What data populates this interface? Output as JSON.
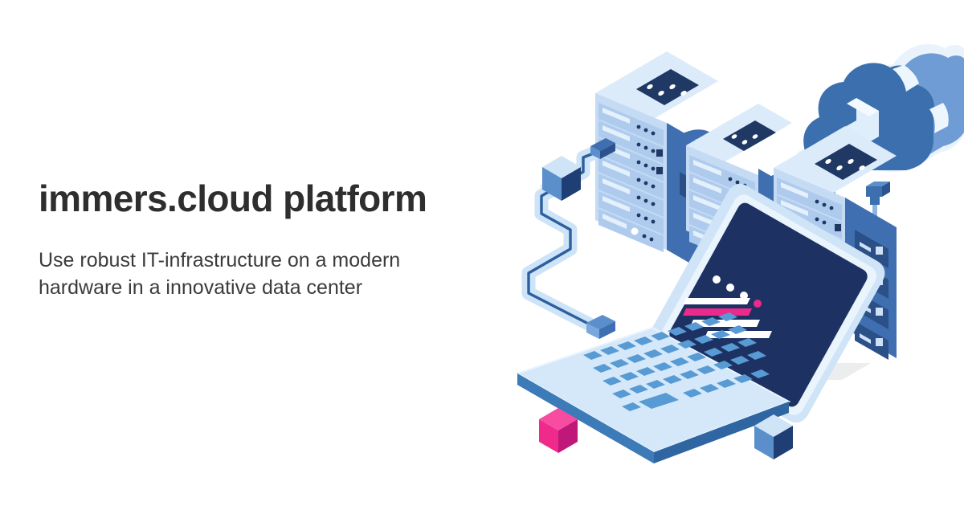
{
  "page": {
    "background_color": "#ffffff",
    "layout": "hero-split-text-left-illustration-right"
  },
  "copy": {
    "title": "immers.cloud platform",
    "subtitle": "Use robust IT-infrastructure on a modern hardware in a innovative data center",
    "title_color": "#2e2e2e",
    "subtitle_color": "#3b3b3b"
  },
  "illustration": {
    "name": "isometric-cloud-data-center",
    "description": "Isometric illustration of three server racks connected by cables to a laptop and an upload cloud, with floating cubes",
    "palette": {
      "cloud_front": "#3c6fae",
      "cloud_side": "#6b9ad3",
      "cloud_outline": "#eef6fd",
      "rack_top": "#dcebfa",
      "rack_top_panel": "#1f3864",
      "rack_face": "#aecbee",
      "rack_slot": "#c7dcf5",
      "rack_side": "#3f6fb0",
      "rack_side_slot": "#2b4f87",
      "laptop_screen": "#1d3263",
      "laptop_base": "#cfe4f7",
      "laptop_edge": "#3d7ab8",
      "key": "#589bd4",
      "cable": "#cde3f7",
      "cable_core": "#2d5f9e",
      "cube_blue_top": "#cfe4f7",
      "cube_blue_left": "#5b8fcb",
      "cube_blue_right": "#1f3e73",
      "cube_pink": "#ef2a8b",
      "cube_pink_dark": "#c0177a",
      "accent_pink": "#ec2a8c",
      "shadow": "#eceef0"
    },
    "elements": [
      {
        "name": "cloud-upload",
        "label": "cloud with upload arrow"
      },
      {
        "name": "server-rack-left",
        "label": "server rack",
        "slots": 7
      },
      {
        "name": "server-rack-middle",
        "label": "server rack",
        "slots": 5
      },
      {
        "name": "server-rack-right",
        "label": "server rack",
        "slots": 7
      },
      {
        "name": "laptop",
        "label": "open laptop"
      },
      {
        "name": "cable-laptop-to-rack",
        "label": "connection cable"
      },
      {
        "name": "cable-cloud-left",
        "label": "cloud cable"
      },
      {
        "name": "cable-cloud-right",
        "label": "cloud cable"
      },
      {
        "name": "cube-blue-top-left",
        "label": "floating blue cube"
      },
      {
        "name": "cube-blue-bottom",
        "label": "floating blue cube"
      },
      {
        "name": "cube-pink",
        "label": "floating pink cube"
      }
    ],
    "rack_top_dots": 4,
    "laptop_screen_content": {
      "dots": 4,
      "highlight_dot_color": "#ec2a8c",
      "bars": 4,
      "highlight_bar_color": "#ec2a8c"
    }
  }
}
